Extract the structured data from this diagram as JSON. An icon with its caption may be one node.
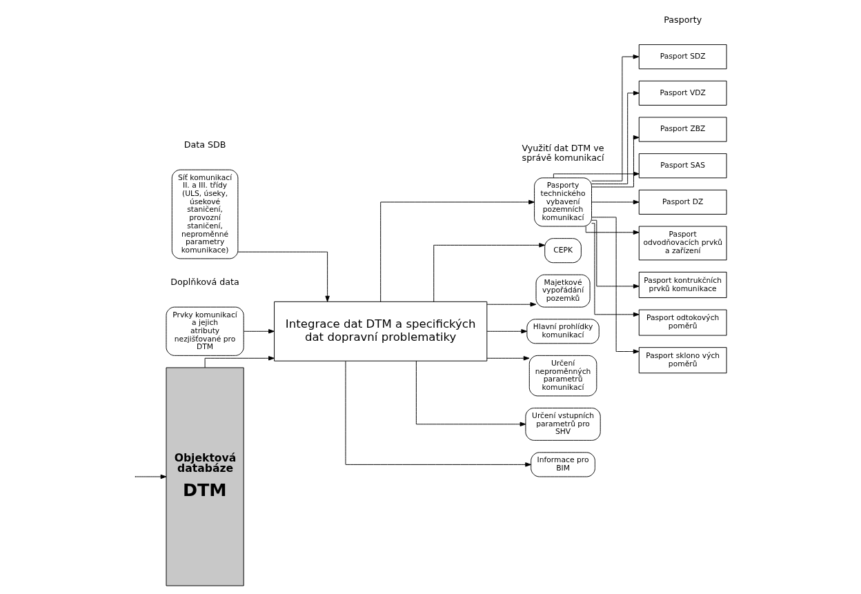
{
  "diagram": {
    "nodes": [
      {
        "text": [
          "Objektová databáze",
          "DTM"
        ]
      },
      {
        "text": [
          "Síť komunikací II. a III. třídy (ULS, úseky,  úsekové staničení, provozní staničení, neproměnné parametry komunikace)"
        ]
      },
      {
        "text": [
          "Prvky komunikací a jejich atributy nezjišťované pro DTM"
        ]
      },
      {
        "text": [
          "Integrace dat DTM a specifických dat dopravní problematiky"
        ]
      },
      {
        "text": [
          "Pasporty technického vybavení pozemních komunikací"
        ]
      },
      {
        "text": [
          "CEPK"
        ]
      },
      {
        "text": [
          "Majetkové vypořádání pozemků"
        ]
      },
      {
        "text": [
          "Hlavní prohlídky komunikací"
        ]
      },
      {
        "text": [
          "Určení neproměnných parametrů komunikací"
        ]
      },
      {
        "text": [
          "Určení vstupních parametrů pro SHV"
        ]
      },
      {
        "text": [
          "Informace pro BIM"
        ]
      },
      {
        "text": [
          "Pasport SDZ"
        ]
      },
      {
        "text": [
          "Pasport VDZ"
        ]
      },
      {
        "text": [
          "Pasport ZBZ"
        ]
      },
      {
        "text": [
          "Pasport SAS"
        ]
      },
      {
        "text": [
          "Pasport DZ"
        ]
      },
      {
        "text": [
          "Pasport odvodňovacích prvků a zařízení"
        ]
      },
      {
        "text": [
          "Pasport kontrukčních prvků komunikace"
        ]
      },
      {
        "text": [
          "Pasport odtokových poměrů"
        ]
      },
      {
        "text": [
          "Pasport sklono vých poměrů"
        ]
      }
    ],
    "edges": [
      {
        "from": null,
        "to": 0,
        "arrow": "to"
      },
      {
        "from": 0,
        "to": 3,
        "arrow": "to"
      },
      {
        "from": 1,
        "to": 3,
        "arrow": "to"
      },
      {
        "from": 2,
        "to": 3,
        "arrow": "to"
      },
      {
        "from": 3,
        "to": 4,
        "arrow": "to"
      },
      {
        "from": 3,
        "to": 5,
        "arrow": "to"
      },
      {
        "from": 3,
        "to": 6,
        "arrow": "to"
      },
      {
        "from": 3,
        "to": 7,
        "arrow": "to"
      },
      {
        "from": 3,
        "to": 8,
        "arrow": "to"
      },
      {
        "from": 3,
        "to": 9,
        "arrow": "to"
      },
      {
        "from": 3,
        "to": 10,
        "arrow": "to"
      },
      {
        "from": 4,
        "to": 11,
        "arrow": "to"
      },
      {
        "from": 4,
        "to": 12,
        "arrow": "to"
      },
      {
        "from": 4,
        "to": 13,
        "arrow": "to"
      },
      {
        "from": 4,
        "to": 14,
        "arrow": "to"
      },
      {
        "from": 4,
        "to": 15,
        "arrow": "to"
      },
      {
        "from": 4,
        "to": 16,
        "arrow": "to"
      },
      {
        "from": 4,
        "to": 17,
        "arrow": "to"
      },
      {
        "from": 4,
        "to": 18,
        "arrow": "to"
      },
      {
        "from": 4,
        "to": 19,
        "arrow": "to"
      }
    ],
    "labels": [
      "Data SDB",
      "Doplňková data",
      "Využití dat DTM ve správě komunikací",
      "Pasporty"
    ]
  }
}
